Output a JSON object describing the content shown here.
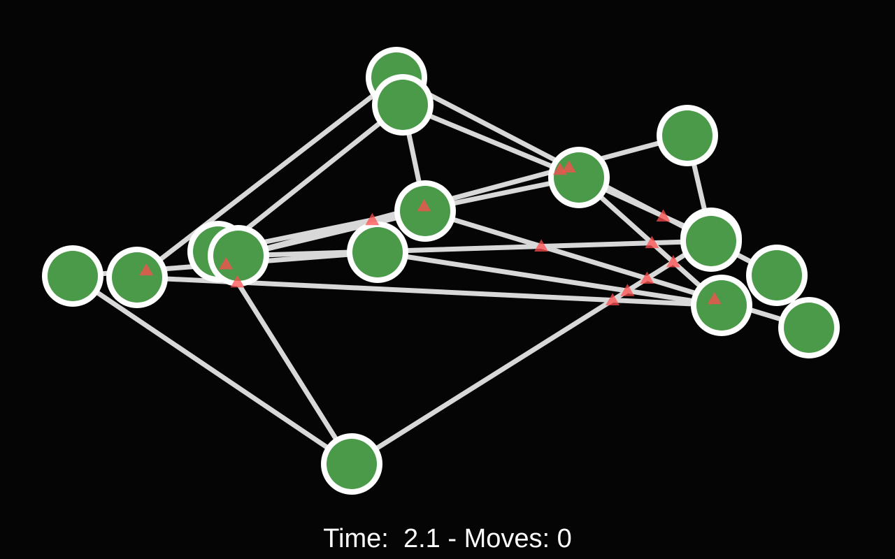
{
  "status": {
    "time_label": "Time:",
    "time_value": "2.1",
    "separator": "-",
    "moves_label": "Moves:",
    "moves_value": "0"
  },
  "colors": {
    "background": "#050505",
    "edge": "#d8d8d8",
    "node_ring": "#ffffff",
    "node_fill": "#4a9a4a",
    "crossing_marker": "#ff4d4d"
  },
  "icons": {
    "node": "circle-node-icon",
    "crossing": "triangle-crossing-icon"
  },
  "graph": {
    "node_count": 16,
    "edges": [
      [
        0,
        14
      ],
      [
        0,
        6
      ],
      [
        1,
        12
      ],
      [
        2,
        8
      ],
      [
        2,
        5
      ],
      [
        3,
        15
      ],
      [
        3,
        9
      ],
      [
        4,
        1
      ],
      [
        4,
        11
      ],
      [
        5,
        8
      ],
      [
        6,
        12
      ],
      [
        7,
        3
      ],
      [
        7,
        5
      ],
      [
        8,
        12
      ],
      [
        9,
        10
      ],
      [
        10,
        14
      ],
      [
        10,
        8
      ],
      [
        11,
        13
      ],
      [
        11,
        15
      ],
      [
        13,
        7
      ],
      [
        14,
        2
      ]
    ]
  }
}
